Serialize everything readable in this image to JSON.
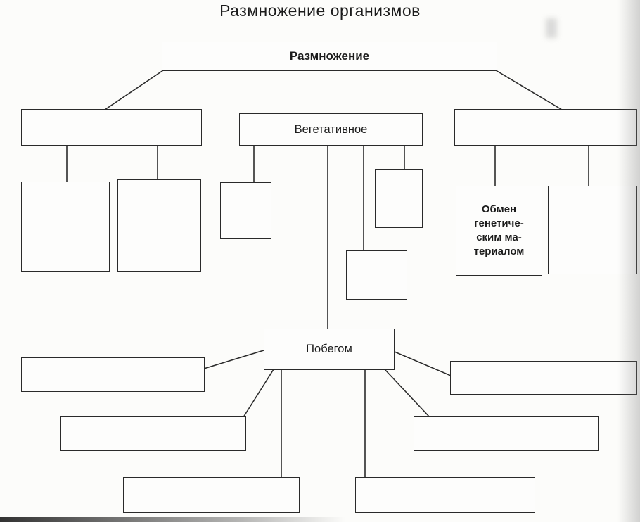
{
  "page": {
    "title": "Размножение организмов"
  },
  "diagram": {
    "nodes": {
      "root": {
        "label": "Размножение"
      },
      "left_branch": {
        "label": ""
      },
      "vegetative": {
        "label": "Вегетативное"
      },
      "right_branch": {
        "label": ""
      },
      "left_child_a": {
        "label": ""
      },
      "left_child_b": {
        "label": ""
      },
      "veg_child_a": {
        "label": ""
      },
      "veg_child_b": {
        "label": ""
      },
      "veg_child_c": {
        "label": ""
      },
      "genetic_exchange": {
        "label": "Обмен\nгенетиче-\nским ма-\nтериалом"
      },
      "right_child": {
        "label": ""
      },
      "shoot": {
        "label": "Побегом"
      },
      "shoot_left": {
        "label": ""
      },
      "shoot_right": {
        "label": ""
      },
      "shoot_mid_left": {
        "label": ""
      },
      "shoot_mid_right": {
        "label": ""
      },
      "shoot_bottom_left": {
        "label": ""
      },
      "shoot_bottom_right": {
        "label": ""
      }
    }
  }
}
